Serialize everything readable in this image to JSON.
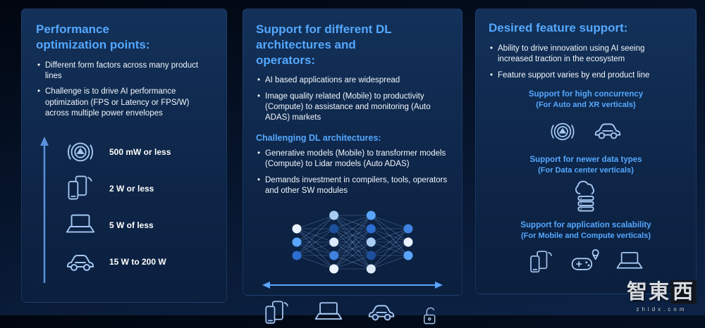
{
  "slide": {
    "left_panel": {
      "title": "Performance optimization points:",
      "bullets": [
        "Different form factors across many product lines",
        "Challenge is to drive AI performance optimization (FPS or Latency or FPS/W) across multiple power envelopes"
      ],
      "power_ladder": [
        {
          "icon": "smartwatch-icon",
          "label": "500 mW or less"
        },
        {
          "icon": "dual-phone-icon",
          "label": "2 W or less"
        },
        {
          "icon": "laptop-icon",
          "label": "5 W of less"
        },
        {
          "icon": "car-icon",
          "label": "15 W to 200 W"
        }
      ]
    },
    "middle_panel": {
      "title": "Support for different DL architectures and operators:",
      "bullets": [
        "AI based applications are widespread",
        "Image quality related (Mobile) to productivity (Compute) to assistance and monitoring (Auto ADAS) markets"
      ],
      "subheading": "Challenging DL architectures:",
      "sub_bullets": [
        "Generative models (Mobile) to transformer models (Compute) to Lidar models (Auto ADAS)",
        "Demands investment in compilers, tools, operators and other SW modules"
      ],
      "diagram": {
        "type": "neural-network",
        "device_icons": [
          "dual-phone-icon",
          "laptop-icon",
          "car-icon",
          "open-padlock-icon"
        ]
      }
    },
    "right_panel": {
      "title": "Desired feature support:",
      "bullets": [
        "Ability to drive innovation using AI seeing increased traction in the ecosystem",
        "Feature support varies by end product line"
      ],
      "features": [
        {
          "heading": "Support for high concurrency",
          "subheading": "(For Auto and XR verticals)",
          "icons": [
            "smartwatch-icon",
            "car-icon"
          ]
        },
        {
          "heading": "Support for newer data types",
          "subheading": "(For Data center verticals)",
          "icons": [
            "cloud-server-icon"
          ]
        },
        {
          "heading": "Support for application scalability",
          "subheading": "(For Mobile and Compute verticals)",
          "icons": [
            "dual-phone-icon",
            "gamepad-icon",
            "laptop-icon"
          ]
        }
      ]
    },
    "watermark": {
      "text_cn_left": "智東",
      "text_cn_boxed": "西",
      "text_en": "zhidx.com"
    }
  },
  "colors": {
    "background": "#06142a",
    "panel_bg": "#0e2649",
    "heading_blue": "#54a8ff",
    "icon_blue": "#a6c8f2",
    "text": "#f2f6fb"
  }
}
